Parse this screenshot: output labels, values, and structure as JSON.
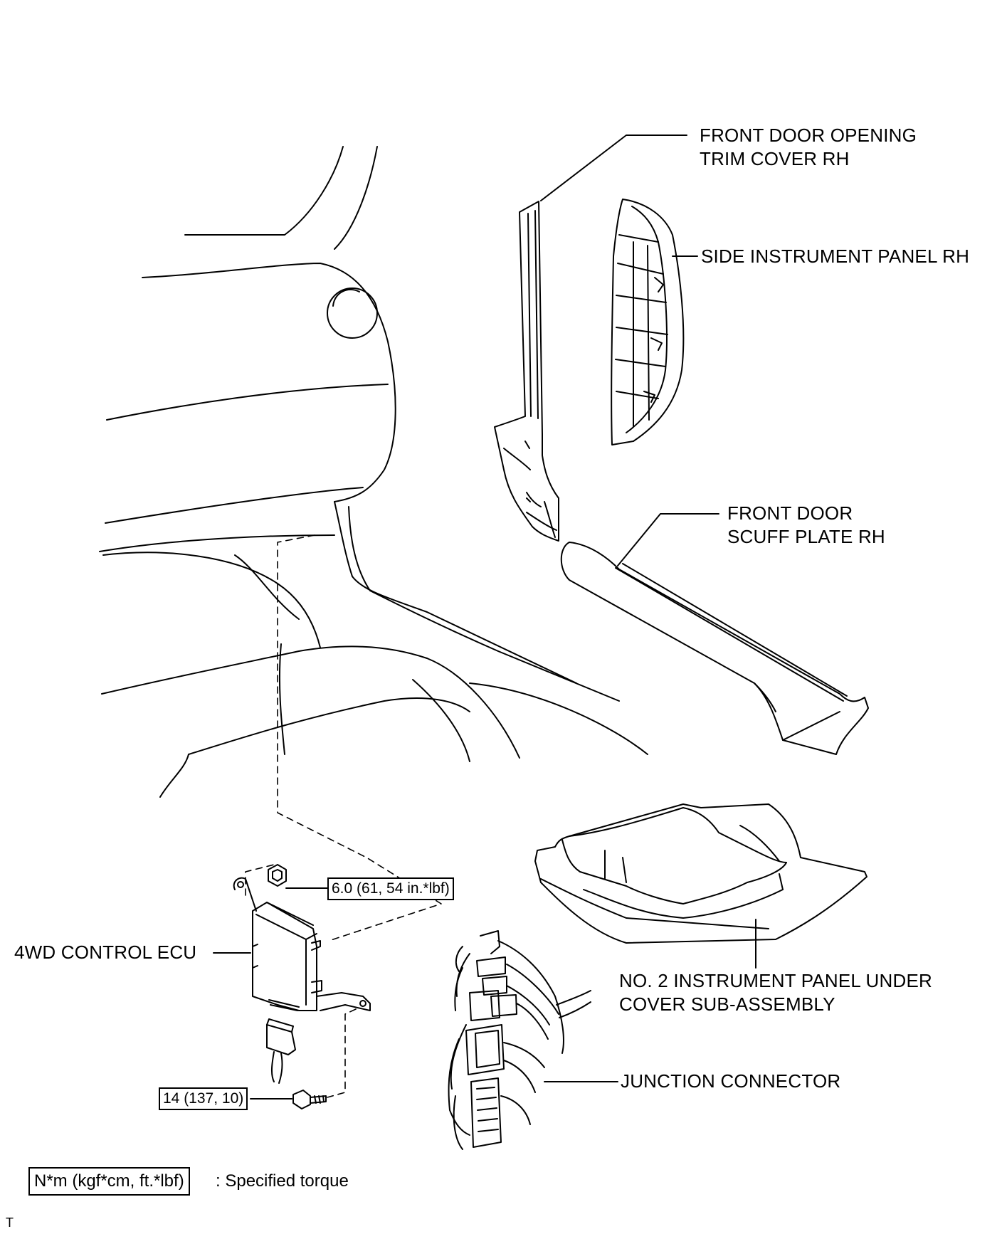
{
  "labels": {
    "front_door_opening_trim_cover": [
      "FRONT DOOR OPENING",
      "TRIM COVER RH"
    ],
    "side_instrument_panel": "SIDE INSTRUMENT PANEL RH",
    "front_door_scuff_plate": [
      "FRONT DOOR",
      "SCUFF PLATE RH"
    ],
    "control_ecu": "4WD CONTROL ECU",
    "under_cover": [
      "NO. 2 INSTRUMENT PANEL UNDER",
      "COVER SUB-ASSEMBLY"
    ],
    "junction_connector": "JUNCTION CONNECTOR"
  },
  "torques": {
    "nut": "6.0 (61, 54 in.*lbf)",
    "bolt": "14 (137, 10)"
  },
  "legend": {
    "unit": "N*m (kgf*cm, ft.*lbf)",
    "description": ": Specified torque"
  },
  "corner_code": "T"
}
